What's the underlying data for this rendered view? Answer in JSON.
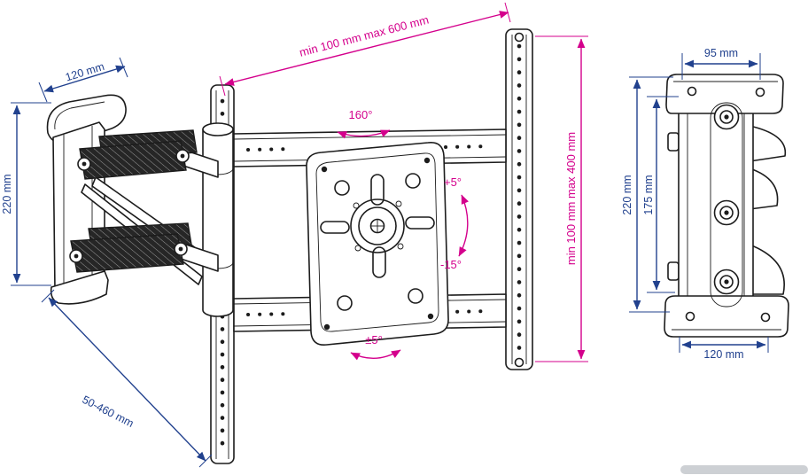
{
  "colors": {
    "dimension_blue": "#21418e",
    "dimension_magenta": "#d4008c",
    "drawing_ink": "#1c1c1c",
    "background": "#ffffff"
  },
  "front_view": {
    "dim_arm_width": "120 mm",
    "dim_wall_plate_height": "220 mm",
    "dim_extension": "50-460 mm",
    "dim_width_range": "min 100 mm max 600 mm",
    "dim_height_range": "min 100 mm max 400 mm",
    "angle_swivel": "160°",
    "angle_tilt_up": "+5°",
    "angle_tilt_down": "-15°",
    "angle_rotate": "±5°"
  },
  "side_view": {
    "dim_top_width": "95 mm",
    "dim_outer_height": "220 mm",
    "dim_inner_height": "175 mm",
    "dim_bottom_width": "120 mm"
  }
}
